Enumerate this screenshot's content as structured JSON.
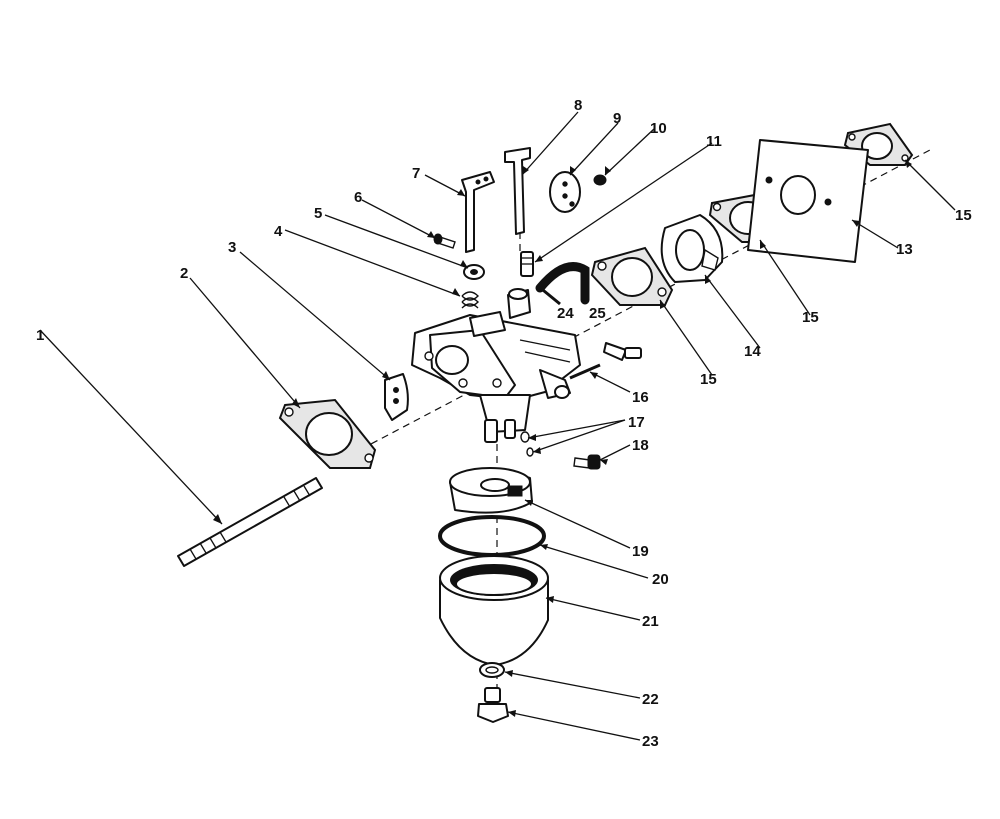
{
  "callouts": [
    {
      "id": "p1",
      "label": "1"
    },
    {
      "id": "p2",
      "label": "2"
    },
    {
      "id": "p3",
      "label": "3"
    },
    {
      "id": "p4",
      "label": "4"
    },
    {
      "id": "p5",
      "label": "5"
    },
    {
      "id": "p6",
      "label": "6"
    },
    {
      "id": "p7",
      "label": "7"
    },
    {
      "id": "p8",
      "label": "8"
    },
    {
      "id": "p9",
      "label": "9"
    },
    {
      "id": "p10",
      "label": "10"
    },
    {
      "id": "p11",
      "label": "11"
    },
    {
      "id": "p13",
      "label": "13"
    },
    {
      "id": "p14",
      "label": "14"
    },
    {
      "id": "p15a",
      "label": "15"
    },
    {
      "id": "p15b",
      "label": "15"
    },
    {
      "id": "p15c",
      "label": "15"
    },
    {
      "id": "p16",
      "label": "16"
    },
    {
      "id": "p17",
      "label": "17"
    },
    {
      "id": "p18",
      "label": "18"
    },
    {
      "id": "p19",
      "label": "19"
    },
    {
      "id": "p20",
      "label": "20"
    },
    {
      "id": "p21",
      "label": "21"
    },
    {
      "id": "p22",
      "label": "22"
    },
    {
      "id": "p23",
      "label": "23"
    },
    {
      "id": "p24",
      "label": "24"
    },
    {
      "id": "p25",
      "label": "25"
    }
  ]
}
